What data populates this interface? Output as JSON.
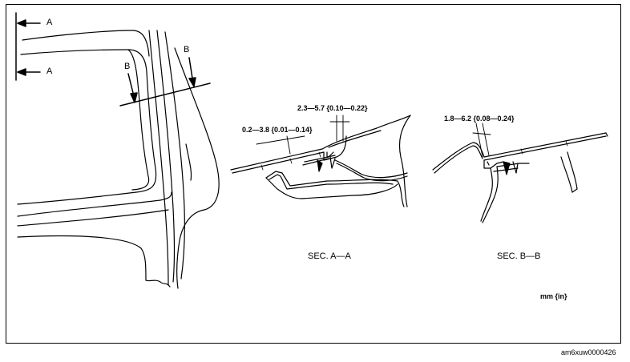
{
  "labels": {
    "section_a_top": "A",
    "section_a_bottom": "A",
    "section_b_left": "B",
    "section_b_right": "B",
    "dim_a_upper": "2.3—5.7 {0.10—0.22}",
    "dim_a_lower": "0.2—3.8 {0.01—0.14}",
    "dim_b": "1.8—6.2 {0.08—0.24}",
    "caption_sec_a": "SEC. A—A",
    "caption_sec_b": "SEC. B—B",
    "units": "mm {in}",
    "figure_id": "am6xuw0000426"
  },
  "colors": {
    "line": "#000000",
    "background": "#ffffff"
  }
}
